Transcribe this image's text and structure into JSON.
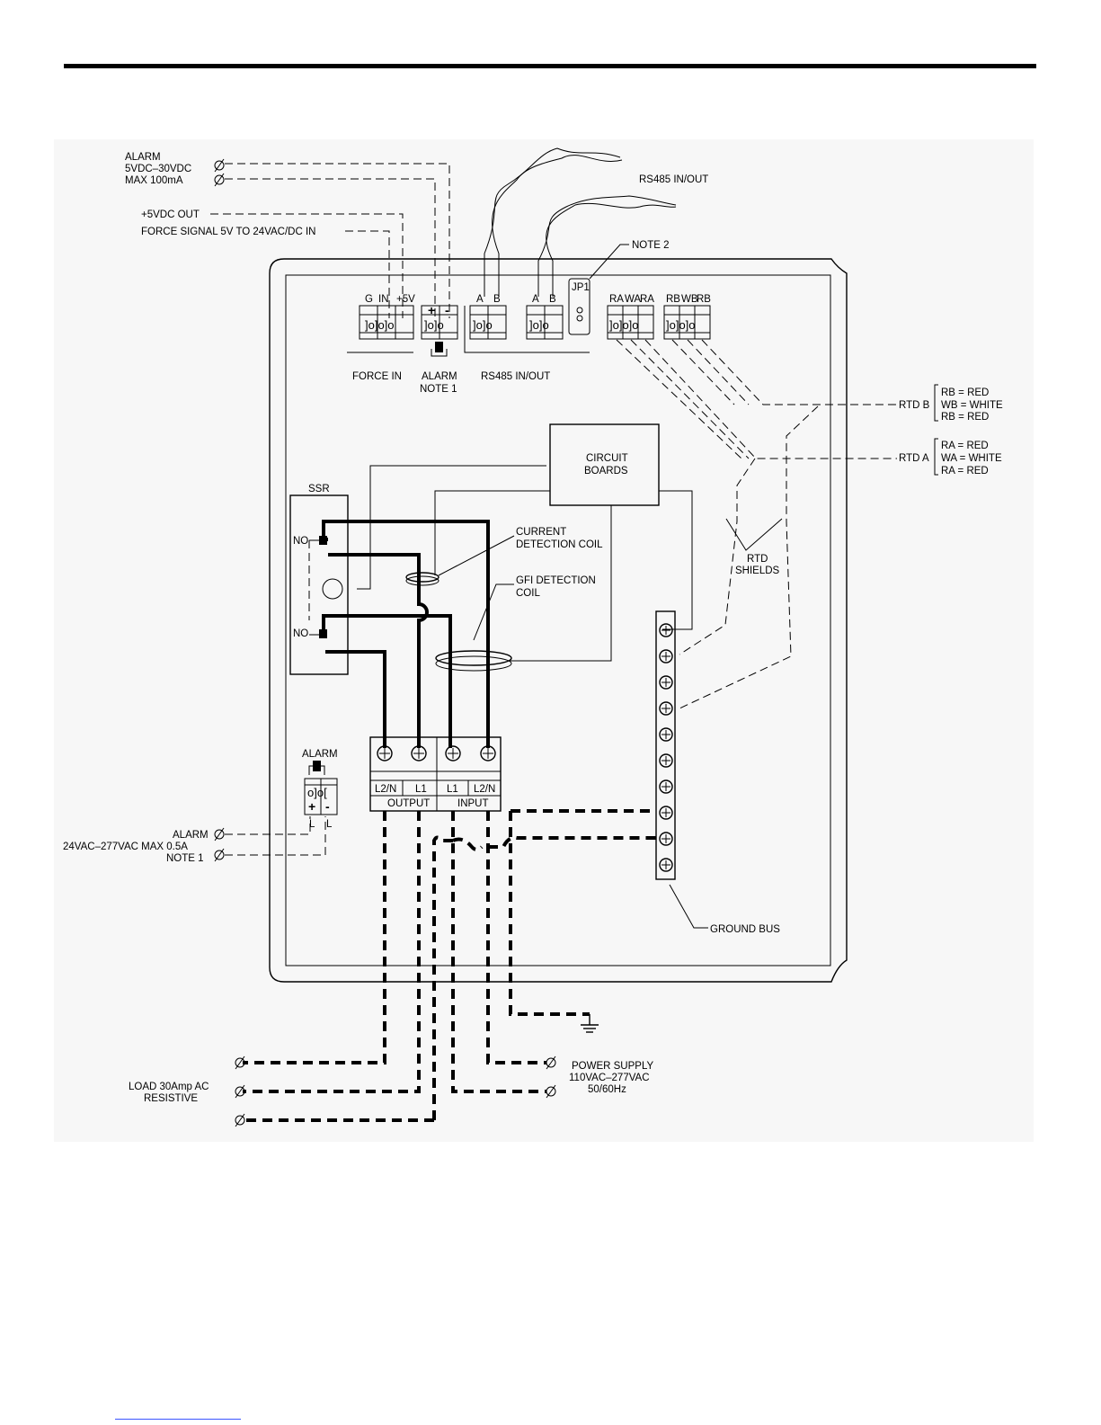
{
  "signals": {
    "alarm_dc": [
      "ALARM",
      "5VDC–30VDC",
      "MAX 100mA"
    ],
    "out_5v": "+5VDC OUT",
    "force_signal": "FORCE SIGNAL 5V TO 24VAC/DC IN",
    "rs485_top": "RS485 IN/OUT",
    "note2": "NOTE 2"
  },
  "terminals": {
    "force_labels": [
      "G",
      "IN",
      "+5V"
    ],
    "alarm_labels": [
      "+",
      "-"
    ],
    "rs485_a": [
      "A",
      "B"
    ],
    "rs485_b": [
      "A",
      "B"
    ],
    "jp1": "JP1",
    "rtd_a_labels": [
      "RA",
      "WA",
      "RA"
    ],
    "rtd_b_labels": [
      "RB",
      "WB",
      "RB"
    ],
    "force_in": "FORCE IN",
    "alarm_note": [
      "ALARM",
      "NOTE 1"
    ],
    "rs485_inout": "RS485 IN/OUT"
  },
  "rtd": {
    "b_label": "RTD B",
    "b_lines": [
      "RB = RED",
      "WB = WHITE",
      "RB = RED"
    ],
    "a_label": "RTD A",
    "a_lines": [
      "RA = RED",
      "WA = WHITE",
      "RA = RED"
    ],
    "shields": [
      "RTD",
      "SHIELDS"
    ]
  },
  "components": {
    "circuit_boards": [
      "CIRCUIT",
      "BOARDS"
    ],
    "ssr": "SSR",
    "no": "NO",
    "current_coil": [
      "CURRENT",
      "DETECTION COIL"
    ],
    "gfi_coil": [
      "GFI DETECTION",
      "COIL"
    ],
    "alarm_relay": "ALARM",
    "relay_terms": [
      "+",
      "-"
    ],
    "relay_feet": [
      "L",
      "L"
    ],
    "block_labels": [
      "L2/N",
      "L1",
      "L1",
      "L2/N"
    ],
    "output": "OUTPUT",
    "input": "INPUT",
    "ground_bus": "GROUND BUS"
  },
  "bottom": {
    "alarm_ac": [
      "ALARM",
      "24VAC–277VAC MAX 0.5A",
      "NOTE 1"
    ],
    "load": [
      "LOAD 30Amp AC",
      "RESISTIVE"
    ],
    "power": [
      "POWER SUPPLY",
      "110VAC–277VAC",
      "50/60Hz"
    ]
  }
}
